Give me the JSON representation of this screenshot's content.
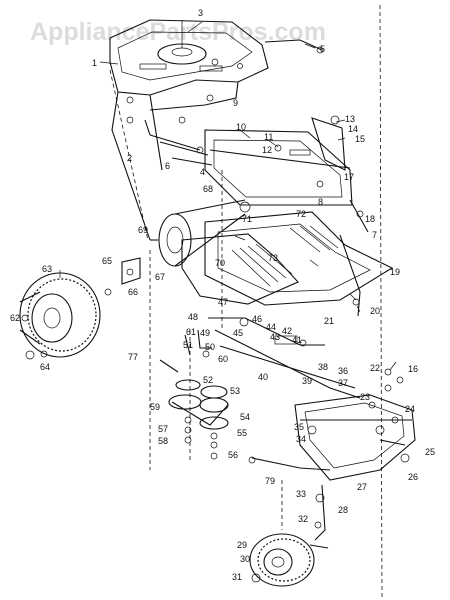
{
  "watermark": "AppliancePartsPros.com",
  "callouts": [
    "1",
    "2",
    "3",
    "4",
    "5",
    "6",
    "7",
    "8",
    "9",
    "10",
    "11",
    "12",
    "13",
    "14",
    "15",
    "16",
    "17",
    "18",
    "19",
    "20",
    "21",
    "22",
    "23",
    "24",
    "25",
    "26",
    "27",
    "28",
    "29",
    "30",
    "31",
    "32",
    "33",
    "34",
    "35",
    "36",
    "37",
    "38",
    "39",
    "40",
    "41",
    "42",
    "43",
    "44",
    "45",
    "46",
    "47",
    "48",
    "49",
    "50",
    "51",
    "52",
    "53",
    "54",
    "55",
    "56",
    "57",
    "58",
    "59",
    "60",
    "61",
    "62",
    "63",
    "64",
    "65",
    "66",
    "67",
    "68",
    "69",
    "70",
    "71",
    "72",
    "73",
    "77",
    "79"
  ]
}
